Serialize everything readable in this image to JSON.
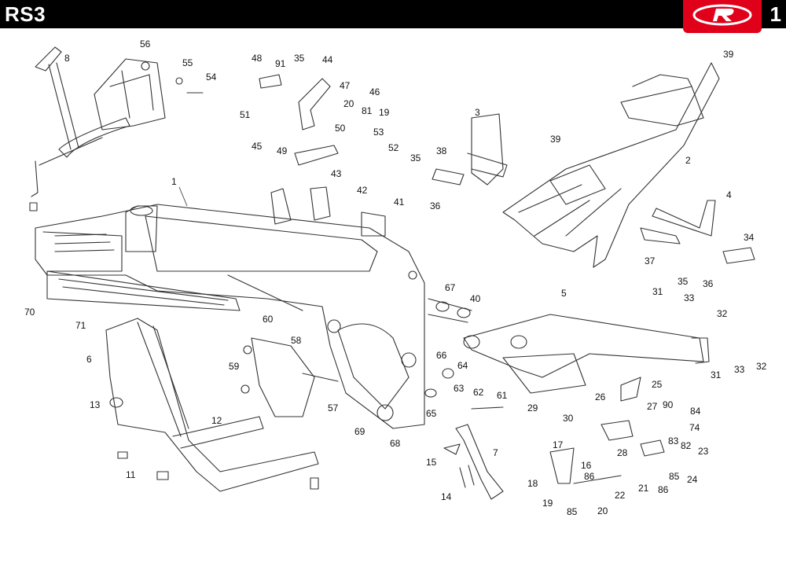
{
  "header": {
    "model": "RS3",
    "page_number": "1",
    "colors": {
      "bar": "#000000",
      "logo": "#e0001a",
      "text": "#ffffff"
    }
  },
  "callouts": [
    "1",
    "2",
    "3",
    "4",
    "5",
    "6",
    "7",
    "8",
    "11",
    "12",
    "13",
    "14",
    "15",
    "16",
    "17",
    "18",
    "19",
    "20",
    "21",
    "22",
    "23",
    "24",
    "25",
    "26",
    "27",
    "28",
    "29",
    "30",
    "31",
    "31",
    "32",
    "32",
    "33",
    "33",
    "34",
    "35",
    "35",
    "35",
    "36",
    "36",
    "37",
    "38",
    "39",
    "39",
    "40",
    "41",
    "42",
    "43",
    "44",
    "45",
    "46",
    "47",
    "48",
    "49",
    "50",
    "51",
    "52",
    "53",
    "54",
    "55",
    "56",
    "57",
    "58",
    "59",
    "60",
    "61",
    "62",
    "63",
    "64",
    "65",
    "66",
    "67",
    "68",
    "69",
    "70",
    "71",
    "74",
    "81",
    "82",
    "83",
    "84",
    "85",
    "85",
    "86",
    "86",
    "90",
    "91",
    "20",
    "19"
  ]
}
